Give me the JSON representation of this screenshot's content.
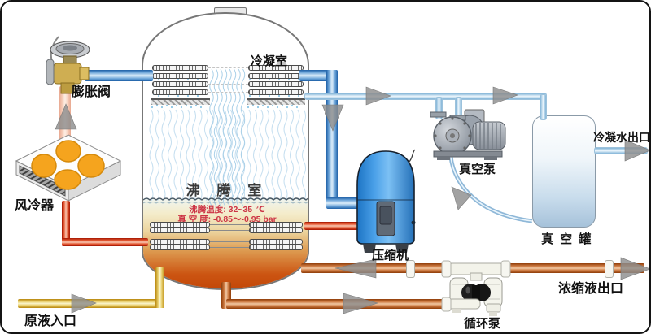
{
  "diagram": {
    "type": "vacuum-evaporation-concentration-process",
    "labels": {
      "condenser_chamber": "冷凝室",
      "expansion_valve": "膨胀阀",
      "air_cooler": "风冷器",
      "boiling_chamber": "沸 腾 室",
      "compressor": "压缩机",
      "vacuum_pump": "真空泵",
      "vacuum_tank": "真 空 罐",
      "condensate_water_outlet": "冷凝水出口",
      "concentrate_outlet": "浓缩液出口",
      "circulation_pump": "循环泵",
      "raw_liquid_inlet": "原液入口"
    },
    "annotations": {
      "boiling_temperature": "沸腾温度: 32~35 ℃",
      "vacuum_degree": "真 空 度: -0.85～-0.95 bar"
    },
    "colors": {
      "cold_vapor_pipe": "#1d5fa6",
      "vacuum_line": "#7fb2d6",
      "hot_refrigerant_pipe": "#a51500",
      "raw_liquid_pipe": "#b8860b",
      "concentrate_pipe": "#8f3c08",
      "annotation_text": "#cc3344",
      "fan_orange": "#f5a41e",
      "compressor_blue": "#2e86d2",
      "liquid_bottom": "#c34708",
      "flow_arrow_gray": "#8e8e8e"
    }
  }
}
